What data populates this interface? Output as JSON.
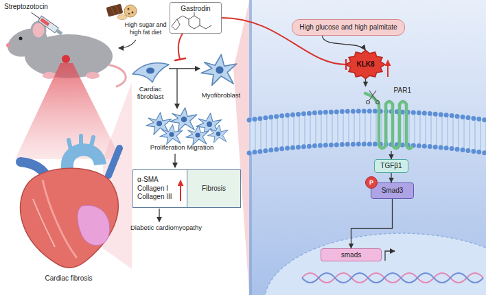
{
  "diagram": {
    "nodes": [
      {
        "text": [
          "Gastrodin"
        ]
      },
      {
        "text": [
          "α-SMA Collagen I Collagen III"
        ]
      },
      {
        "text": [
          "Fibrosis"
        ]
      },
      {
        "text": [
          "High glucose and high palmitate"
        ]
      },
      {
        "text": [
          "KLK8"
        ]
      },
      {
        "text": [
          "PAR1"
        ]
      },
      {
        "text": [
          "TGFβ1"
        ]
      },
      {
        "text": [
          "P"
        ]
      },
      {
        "text": [
          "Smad3"
        ]
      },
      {
        "text": [
          "smads"
        ]
      }
    ],
    "edges": [
      {
        "from": 0,
        "to": 4,
        "arrow": "to"
      },
      {
        "from": 3,
        "to": 4,
        "arrow": "to"
      },
      {
        "from": 4,
        "to": 5,
        "arrow": "to"
      },
      {
        "from": 5,
        "to": 6,
        "arrow": "to"
      },
      {
        "from": 6,
        "to": 8,
        "arrow": "to"
      },
      {
        "from": 8,
        "to": 9,
        "arrow": "to"
      }
    ],
    "labels": [
      "Streptozotocin",
      "High sugar and high fat diet",
      "Cardiac fibroblast",
      "Myofibroblast",
      "Proliferation Migration",
      "Diabetic cardiomyopathy",
      "Cardiac fibrosis"
    ]
  }
}
